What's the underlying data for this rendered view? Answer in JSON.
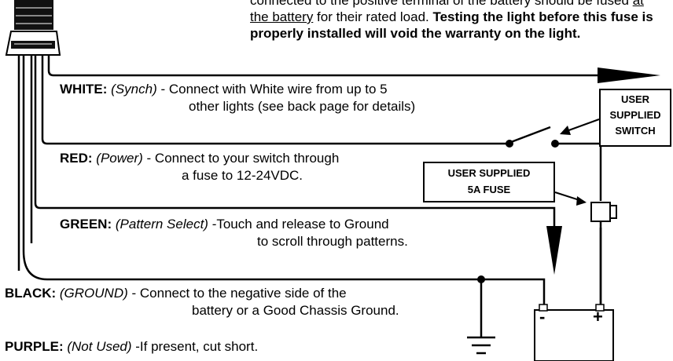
{
  "warning": {
    "line1_pre": "connected to the positive terminal of the battery should be fused ",
    "line1_ul": "at",
    "line2_ul": "the battery",
    "line2_rest": " for their rated load.  ",
    "line2_bold": "Testing the light before this fuse is",
    "line3_bold": "properly installed will void the warranty on the light."
  },
  "wires": {
    "white": {
      "name": "WHITE:",
      "role": "(Synch)",
      "desc1": " - Connect with White wire from up to 5",
      "desc2": "other lights (see back page for details)"
    },
    "red": {
      "name": "RED:",
      "role": "(Power)",
      "desc1": " - Connect to your switch through",
      "desc2": "a fuse to 12-24VDC."
    },
    "green": {
      "name": "GREEN:",
      "role": "(Pattern Select)",
      "desc1": " -Touch and release to Ground",
      "desc2": "to scroll through patterns."
    },
    "black": {
      "name": "BLACK:",
      "role": "(GROUND)",
      "desc1": " - Connect to the negative side of the",
      "desc2": "battery or a Good Chassis Ground."
    },
    "purple": {
      "name": "PURPLE:",
      "role": "(Not Used)",
      "desc1": " -If present, cut short."
    }
  },
  "labels": {
    "switch_l1": "USER",
    "switch_l2": "SUPPLIED",
    "switch_l3": "SWITCH",
    "fuse_l1": "USER SUPPLIED",
    "fuse_l2": "5A FUSE"
  },
  "battery": {
    "negative": "-",
    "positive": "+"
  }
}
